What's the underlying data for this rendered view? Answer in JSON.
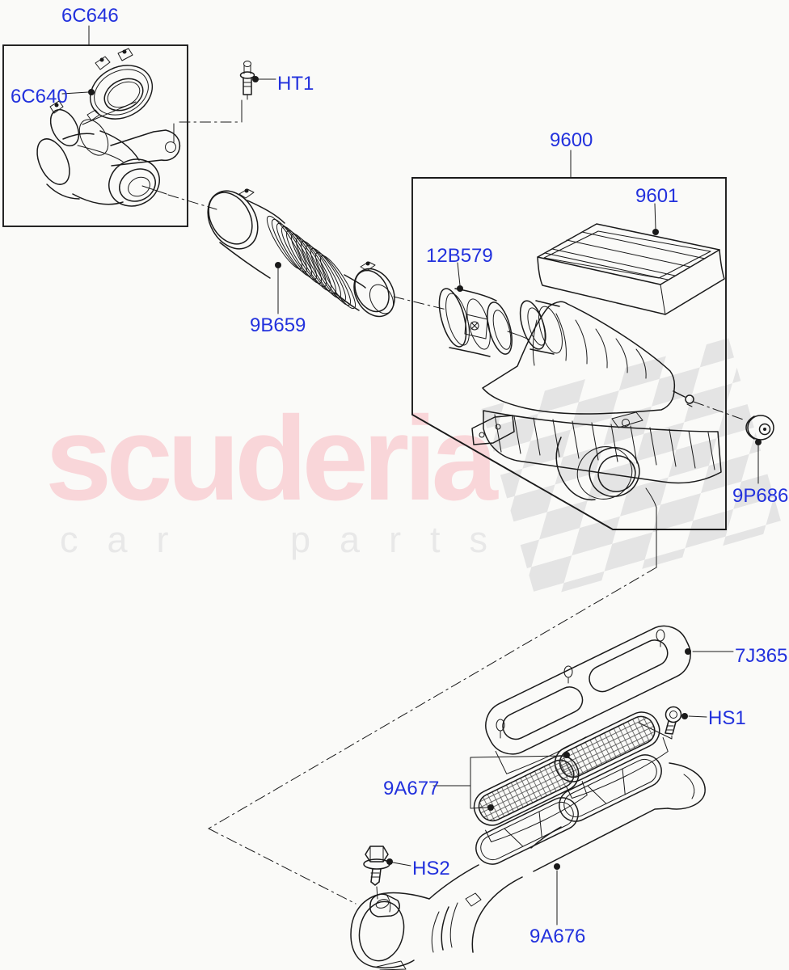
{
  "colors": {
    "background": "#fafaf8",
    "line": "#1a1a1a",
    "label_blue": "#2231dd",
    "brand_pink": "#f9d6d9",
    "tagline_gray": "#e8e8e8",
    "checker_gray": "#e4e4e4"
  },
  "watermark": {
    "brand": "scuderia",
    "tagline": "car parts"
  },
  "diagram": {
    "labels": {
      "c6c646": "6C646",
      "c6c640": "6C640",
      "ht1": "HT1",
      "p9600": "9600",
      "p9601": "9601",
      "p12b579": "12B579",
      "p9b659": "9B659",
      "p9p686": "9P686",
      "p7j365": "7J365",
      "hs1": "HS1",
      "p9a677": "9A677",
      "hs2": "HS2",
      "p9a676": "9A676"
    }
  }
}
